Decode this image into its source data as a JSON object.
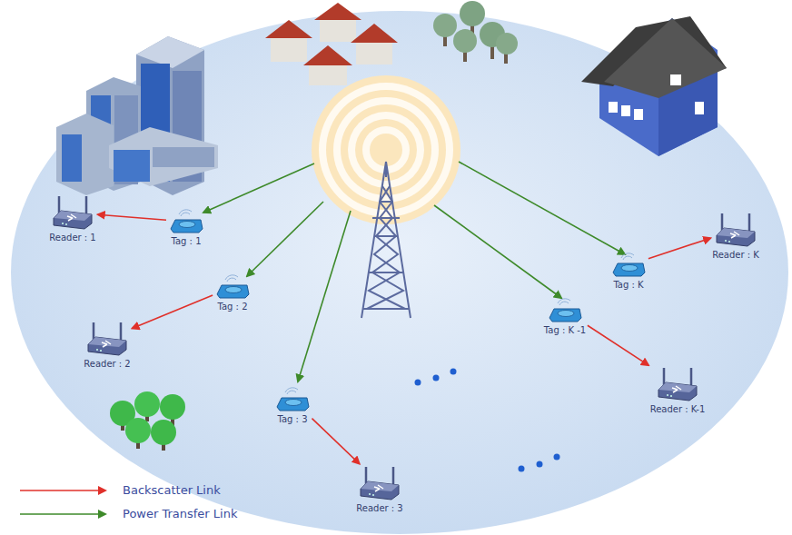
{
  "diagram": {
    "nodes": [
      {
        "text": [
          "Reader : 1"
        ]
      },
      {
        "text": [
          "Tag : 1"
        ]
      },
      {
        "text": [
          "Tag : 2"
        ]
      },
      {
        "text": [
          "Reader : 2"
        ]
      },
      {
        "text": [
          "Tag : 3"
        ]
      },
      {
        "text": [
          "Reader : 3"
        ]
      },
      {
        "text": [
          "Tag : K"
        ]
      },
      {
        "text": [
          "Reader : K"
        ]
      },
      {
        "text": [
          "Tag : K -1"
        ]
      },
      {
        "text": [
          "Reader : K-1"
        ]
      }
    ],
    "edges": [
      {
        "from": 1,
        "to": 0,
        "arrow": "to"
      },
      {
        "from": 2,
        "to": 3,
        "arrow": "to"
      },
      {
        "from": 4,
        "to": 5,
        "arrow": "to"
      },
      {
        "from": 6,
        "to": 7,
        "arrow": "to"
      },
      {
        "from": 8,
        "to": 9,
        "arrow": "to"
      }
    ],
    "legend": [
      {
        "text": "Backscatter Link"
      },
      {
        "text": "Power Transfer Link"
      }
    ]
  }
}
